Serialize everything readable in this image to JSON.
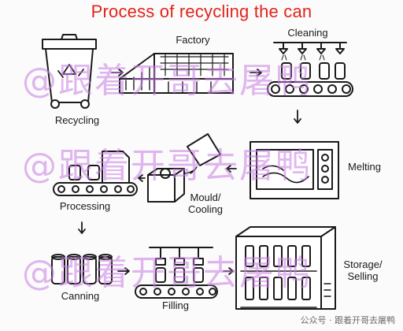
{
  "diagram": {
    "title": "Process of recycling the can",
    "steps": {
      "recycling": "Recycling",
      "factory": "Factory",
      "cleaning": "Cleaning",
      "melting": "Melting",
      "mould_line1": "Mould/",
      "mould_line2": "Cooling",
      "processing": "Processing",
      "canning": "Canning",
      "filling": "Filling",
      "storage_line1": "Storage/",
      "storage_line2": "Selling"
    }
  },
  "watermark": {
    "text": "@跟着开哥去屠鸭",
    "credit": "公众号 · 跟着开哥去屠鸭"
  },
  "colors": {
    "title": "#e2231a",
    "watermark": "#c77de3",
    "ink": "#1a1a1a"
  }
}
